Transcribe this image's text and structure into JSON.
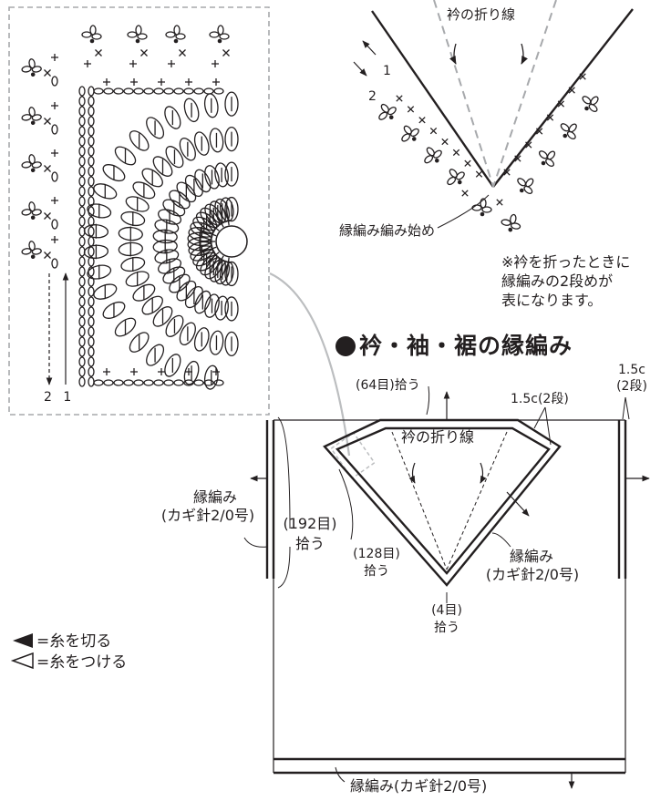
{
  "title": "衿・袖・裾の縁編み",
  "labels": {
    "collar_fold_top": "衿の折り線",
    "collar_fold_main": "衿の折り線",
    "start": "縁編み編み始め",
    "note": [
      "※衿を折ったときに",
      "縁編みの2段めが",
      "表になります。"
    ],
    "row_numbers_top": [
      "1",
      "2"
    ],
    "row_numbers_left": "2 1",
    "pickup_64_a": "(64目)",
    "pickup_64_b": "拾う",
    "width_collar": "1.5c(2段)",
    "width_right_a": "1.5c",
    "width_right_b": "(2段)",
    "edge_left_a": "縁編み",
    "edge_left_b": "(カギ針2/0号)",
    "pickup_192_a": "(192目)",
    "pickup_192_b": "拾う",
    "pickup_128_a": "(128目)",
    "pickup_128_b": "拾う",
    "edge_collar_a": "縁編み",
    "edge_collar_b": "(カギ針2/0号)",
    "pickup_4_a": "(4目)",
    "pickup_4_b": "拾う",
    "edge_bottom": "縁編み(カギ針2/0号)"
  },
  "legend": [
    {
      "icon": "filled-triangle-icon",
      "text": "=糸を切る"
    },
    {
      "icon": "outline-triangle-icon",
      "text": "=糸をつける"
    }
  ],
  "colors": {
    "ink": "#231f20",
    "dash": "#a7a9ac",
    "leader": "#bcbec0"
  }
}
